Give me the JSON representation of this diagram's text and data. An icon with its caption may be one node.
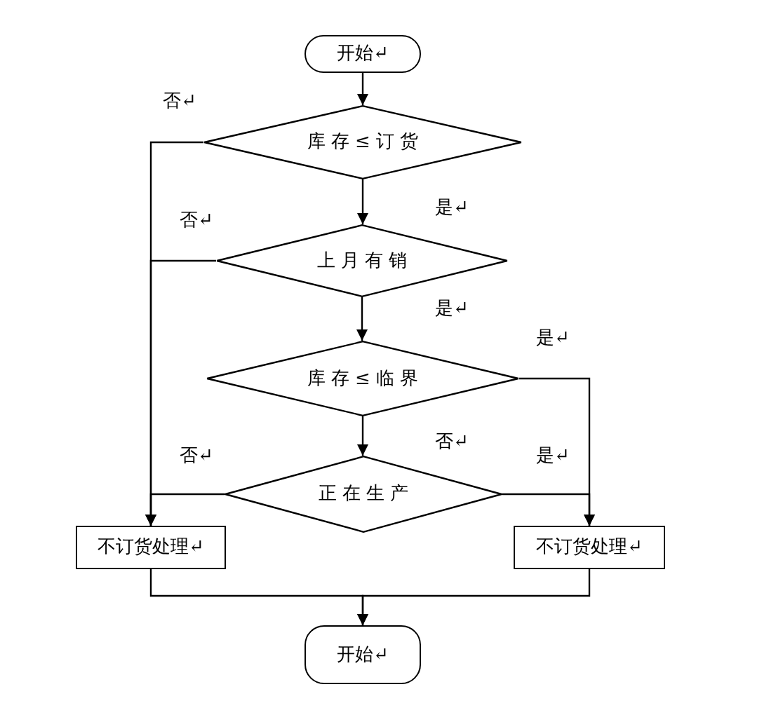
{
  "diagram": {
    "nodes": [
      {
        "text": [
          "开始↵"
        ]
      },
      {
        "text": [
          "库 存 ≤ 订 货"
        ]
      },
      {
        "text": [
          "上 月 有 销"
        ]
      },
      {
        "text": [
          "库 存 ≤ 临 界"
        ]
      },
      {
        "text": [
          "正 在 生 产"
        ]
      },
      {
        "text": [
          "不订货处理↵"
        ]
      },
      {
        "text": [
          "不订货处理↵"
        ]
      },
      {
        "text": [
          "开始↵"
        ]
      }
    ],
    "edges": [
      {
        "from": 0,
        "to": 1,
        "arrow": "to"
      },
      {
        "from": 1,
        "to": 2,
        "arrow": "to",
        "label": "是↵"
      },
      {
        "from": 1,
        "to": 5,
        "arrow": "to",
        "label": "否↵"
      },
      {
        "from": 2,
        "to": 5,
        "arrow": "to",
        "label": "否↵"
      },
      {
        "from": 2,
        "to": 3,
        "arrow": "to",
        "label": "是↵"
      },
      {
        "from": 3,
        "to": 6,
        "arrow": "to",
        "label": "是↵"
      },
      {
        "from": 3,
        "to": 4,
        "arrow": "to",
        "label": "否↵"
      },
      {
        "from": 4,
        "to": 5,
        "arrow": "to",
        "label": "否↵"
      },
      {
        "from": 4,
        "to": 6,
        "arrow": "to",
        "label": "是↵"
      },
      {
        "from": 5,
        "to": 7,
        "arrow": "to"
      },
      {
        "from": 6,
        "to": 7,
        "arrow": "to"
      }
    ]
  }
}
